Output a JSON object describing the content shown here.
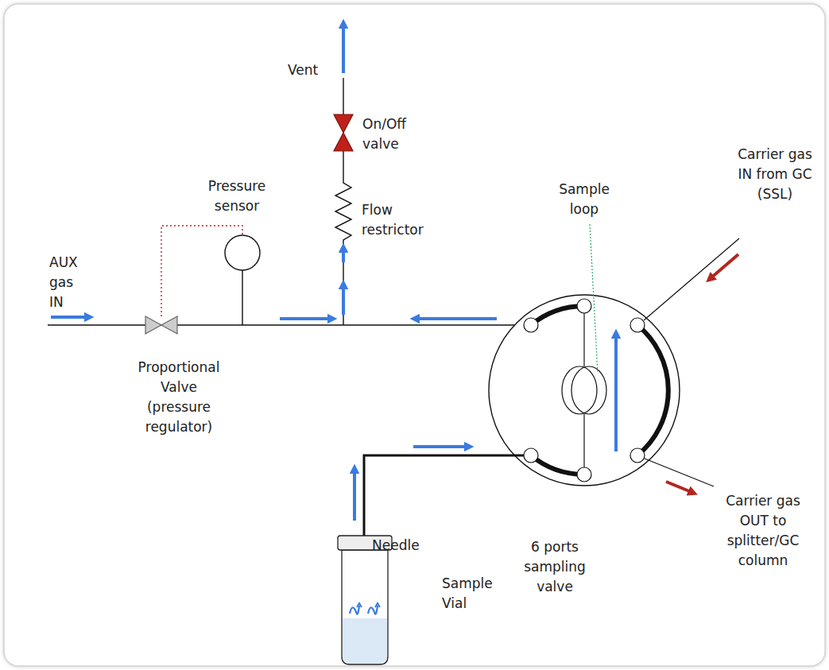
{
  "diagram": {
    "labels": [
      "Vent",
      "On/Off valve",
      "Pressure sensor",
      "Flow restrictor",
      "Sample loop",
      "Carrier gas IN from GC (SSL)",
      "AUX gas IN",
      "Proportional Valve (pressure regulator)",
      "Needle",
      "6 ports sampling valve",
      "Sample Vial",
      "Carrier gas OUT to splitter/GC column"
    ]
  }
}
